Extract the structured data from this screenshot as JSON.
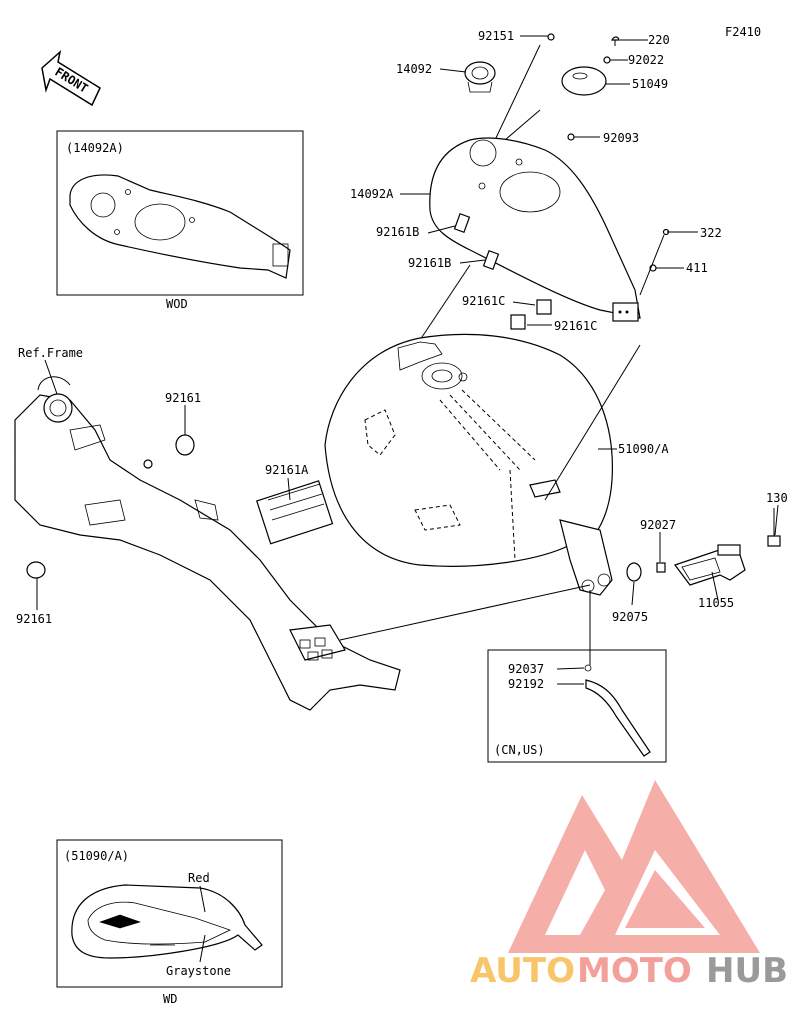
{
  "diagram_code": "F2410",
  "front_label": "FRONT",
  "parts": {
    "p92151": "92151",
    "p220": "220",
    "p14092": "14092",
    "p92022": "92022",
    "p51049": "51049",
    "p92093": "92093",
    "p14092A": "14092A",
    "p92161B_1": "92161B",
    "p92161B_2": "92161B",
    "p322": "322",
    "p411": "411",
    "p92161C_1": "92161C",
    "p92161C_2": "92161C",
    "pRefFrame": "Ref.Frame",
    "p92161_1": "92161",
    "p92161A": "92161A",
    "p51090A": "51090/A",
    "p130": "130",
    "p92027": "92027",
    "p11055": "11055",
    "p92075": "92075",
    "p92161_2": "92161",
    "p92037": "92037",
    "p92192": "92192"
  },
  "insets": {
    "cover_variant": {
      "title": "(14092A)",
      "footer": "WOD"
    },
    "region_variant": {
      "title": "(CN,US)"
    },
    "tank_variant": {
      "title": "(51090/A)",
      "footer": "WD",
      "color_top": "Red",
      "color_bottom": "Graystone"
    }
  },
  "watermark": {
    "brand_auto": "AUTO",
    "brand_moto": "MOTO",
    "brand_hub": "HUB",
    "colors": {
      "logo": "#f4a09a",
      "auto": "#f9c56a",
      "moto": "#f4a09a",
      "hub": "#9a9a9a"
    }
  }
}
